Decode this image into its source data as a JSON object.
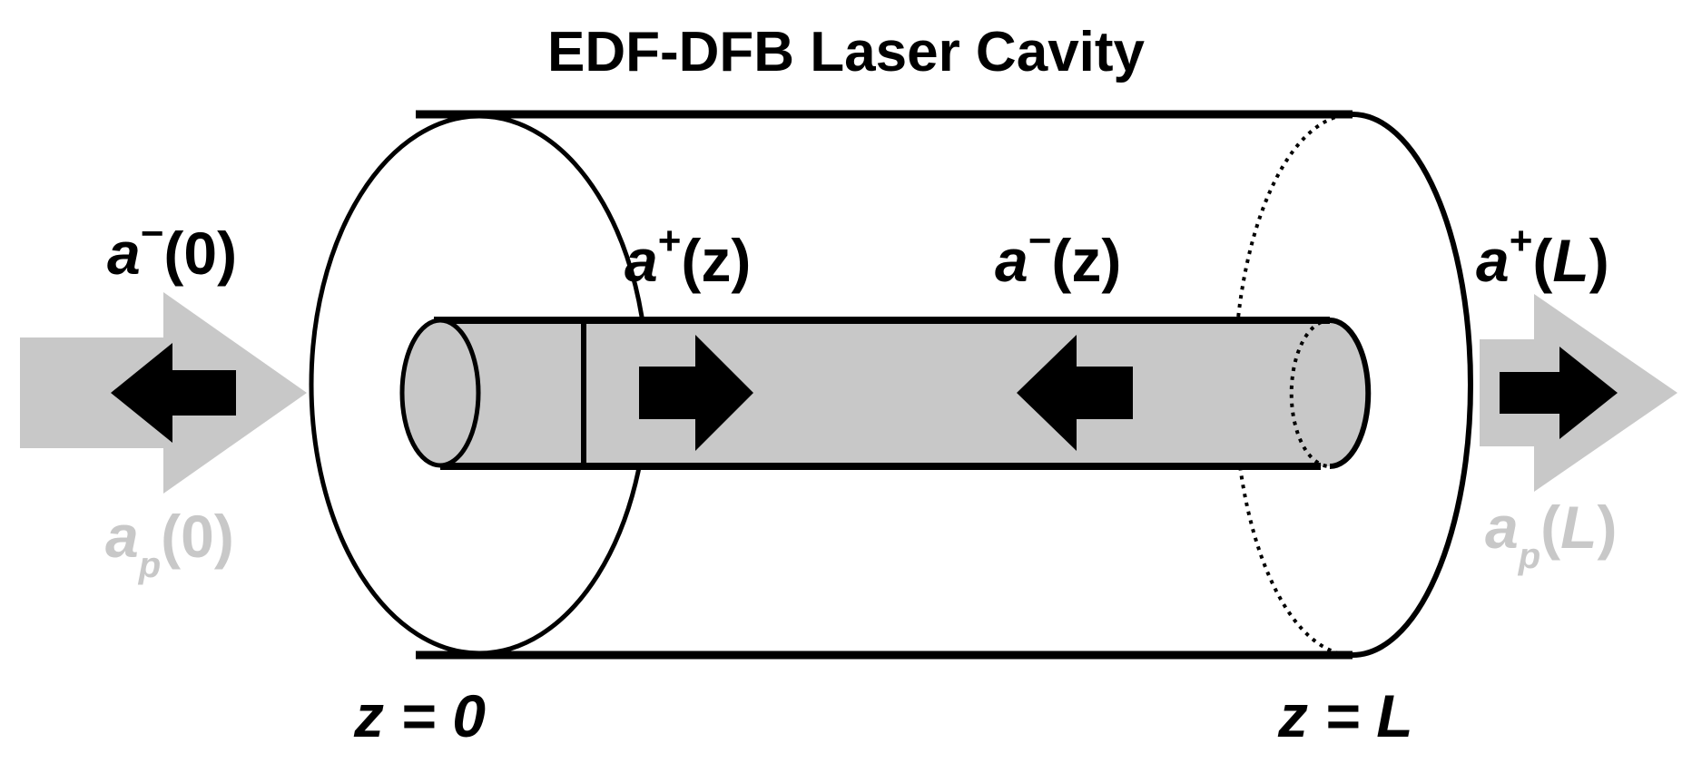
{
  "title": "EDF-DFB Laser Cavity",
  "labels": {
    "left_backward": {
      "base": "a",
      "sup": "−",
      "arg": "(0)"
    },
    "forward_inside": {
      "base": "a",
      "sup": "+",
      "arg": "(z)"
    },
    "backward_inside": {
      "base": "a",
      "sup": "−",
      "arg": "(z)"
    },
    "right_forward": {
      "base": "a",
      "sup": "+",
      "arg_open": "(",
      "arg_var": "L",
      "arg_close": ")"
    },
    "pump_left": {
      "base": "a",
      "sub": "p",
      "arg": "(0)"
    },
    "pump_right": {
      "base": "a",
      "sub": "p",
      "arg_open": "(",
      "arg_var": "L",
      "arg_close": ")"
    }
  },
  "positions": {
    "start": "z = 0",
    "end": "z = L"
  },
  "colors": {
    "outline": "#000000",
    "core_fill": "#c8c8c8",
    "pump": "#c8c8c8",
    "signal_arrow": "#000000"
  }
}
